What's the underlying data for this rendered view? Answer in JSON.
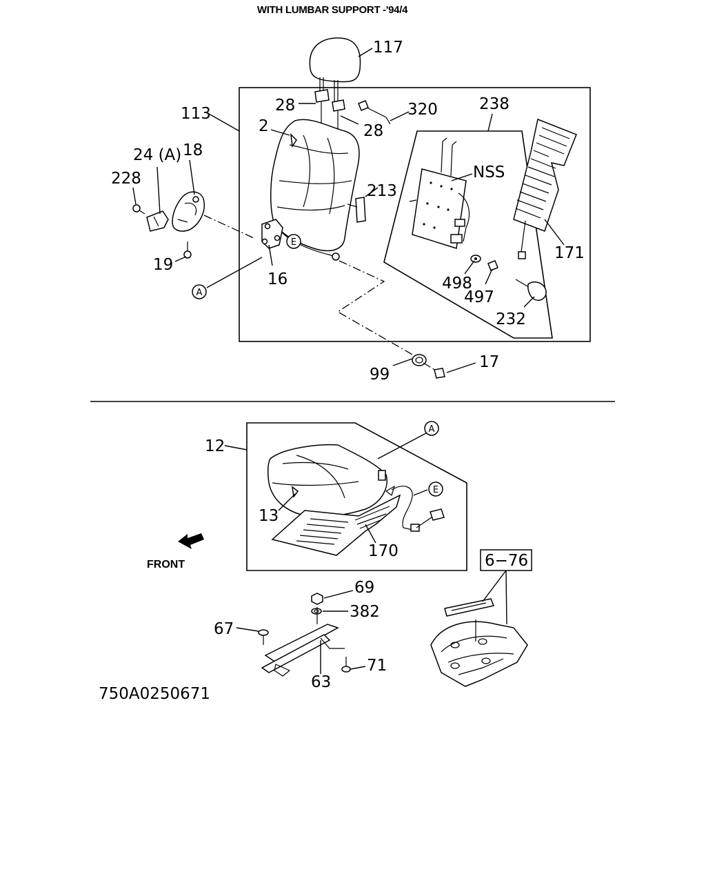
{
  "title": "WITH LUMBAR SUPPORT -'94/4",
  "callouts": {
    "c117": "117",
    "c113": "113",
    "c28a": "28",
    "c28b": "28",
    "c320": "320",
    "c238": "238",
    "c2": "2",
    "cNSS": "NSS",
    "c24A": "24 (A)",
    "c18": "18",
    "c228": "228",
    "c213": "213",
    "c19": "19",
    "c16": "16",
    "c171": "171",
    "c498": "498",
    "c497": "497",
    "c232": "232",
    "c99": "99",
    "c17": "17",
    "c12": "12",
    "c13": "13",
    "c170": "170",
    "c69": "69",
    "c382": "382",
    "c67": "67",
    "c63": "63",
    "c71": "71",
    "c676": "6−76"
  },
  "refs": {
    "A_top": "A",
    "E_top": "E",
    "A_bottom": "A",
    "E_bottom": "E"
  },
  "front_label": "FRONT",
  "diagram_code": "750A0250671"
}
